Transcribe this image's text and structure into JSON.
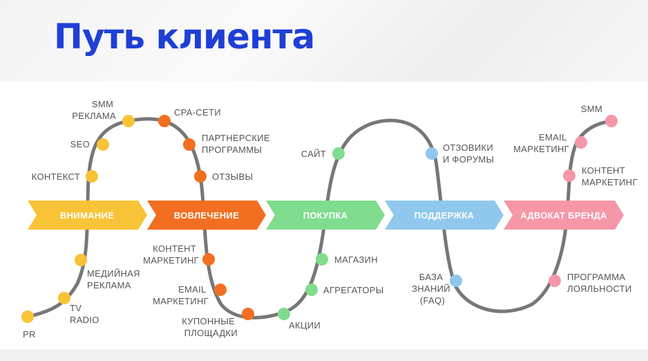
{
  "title": "Путь клиента",
  "stages": [
    {
      "label": "ВНИМАНИЕ",
      "color": "#f9c337"
    },
    {
      "label": "ВОВЛЕЧЕНИЕ",
      "color": "#f26f21"
    },
    {
      "label": "ПОКУПКА",
      "color": "#80dc8e"
    },
    {
      "label": "ПОДДЕРЖКА",
      "color": "#8fc8ec"
    },
    {
      "label": "АДВОКАТ БРЕНДА",
      "color": "#f697a8"
    }
  ],
  "touchpoints": {
    "pr": [
      "PR"
    ],
    "tv_radio": [
      "TV",
      "RADIO"
    ],
    "media_ads": [
      "МЕДИЙНАЯ",
      "РЕКЛАМА"
    ],
    "context": [
      "КОНТЕКСТ"
    ],
    "seo": [
      "SEO"
    ],
    "smm_ads": [
      "SMM",
      "РЕКЛАМА"
    ],
    "cpa": [
      "CPA-СЕТИ"
    ],
    "partners": [
      "ПАРТНЕРСКИЕ",
      "ПРОГРАММЫ"
    ],
    "reviews": [
      "ОТЗЫВЫ"
    ],
    "content_mkt_1": [
      "КОНТЕНТ",
      "МАРКЕТИНГ"
    ],
    "email_mkt_1": [
      "EMAIL",
      "МАРКЕТИНГ"
    ],
    "coupons": [
      "КУПОННЫЕ",
      "ПЛОЩАДКИ"
    ],
    "promos": [
      "АКЦИИ"
    ],
    "aggregators": [
      "АГРЕГАТОРЫ"
    ],
    "store": [
      "МАГАЗИН"
    ],
    "site": [
      "САЙТ"
    ],
    "review_sites": [
      "ОТЗОВИКИ",
      "И ФОРУМЫ"
    ],
    "knowledge_base": [
      "БАЗА",
      "ЗНАНИЙ",
      "(FAQ)"
    ],
    "loyalty": [
      "ПРОГРАММА",
      "ЛОЯЛЬНОСТИ"
    ],
    "content_mkt_2": [
      "КОНТЕНТ",
      "МАРКЕТИНГ"
    ],
    "email_mkt_2": [
      "EMAIL",
      "МАРКЕТИНГ"
    ],
    "smm": [
      "SMM"
    ]
  },
  "colors": {
    "title": "#1f3fd6",
    "path": "#777777",
    "yellow": "#f9c337",
    "orange": "#f26f21",
    "green": "#80dc8e",
    "blue": "#8fc8ec",
    "pink": "#f697a8"
  }
}
